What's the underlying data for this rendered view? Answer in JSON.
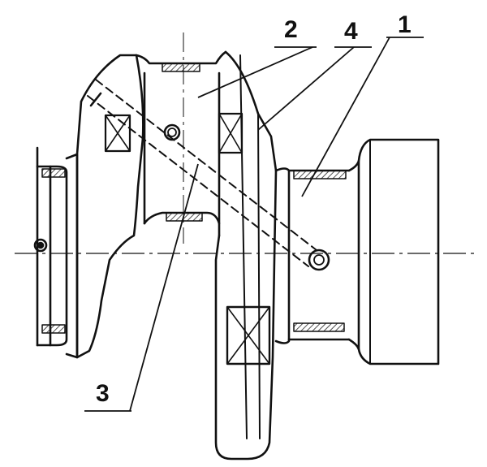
{
  "diagram": {
    "callouts": [
      {
        "id": "1",
        "label": "1"
      },
      {
        "id": "2",
        "label": "2"
      },
      {
        "id": "3",
        "label": "3"
      },
      {
        "id": "4",
        "label": "4"
      }
    ]
  },
  "colors": {
    "ink": "#111111",
    "hatch": "#222222",
    "paper": "#ffffff"
  }
}
